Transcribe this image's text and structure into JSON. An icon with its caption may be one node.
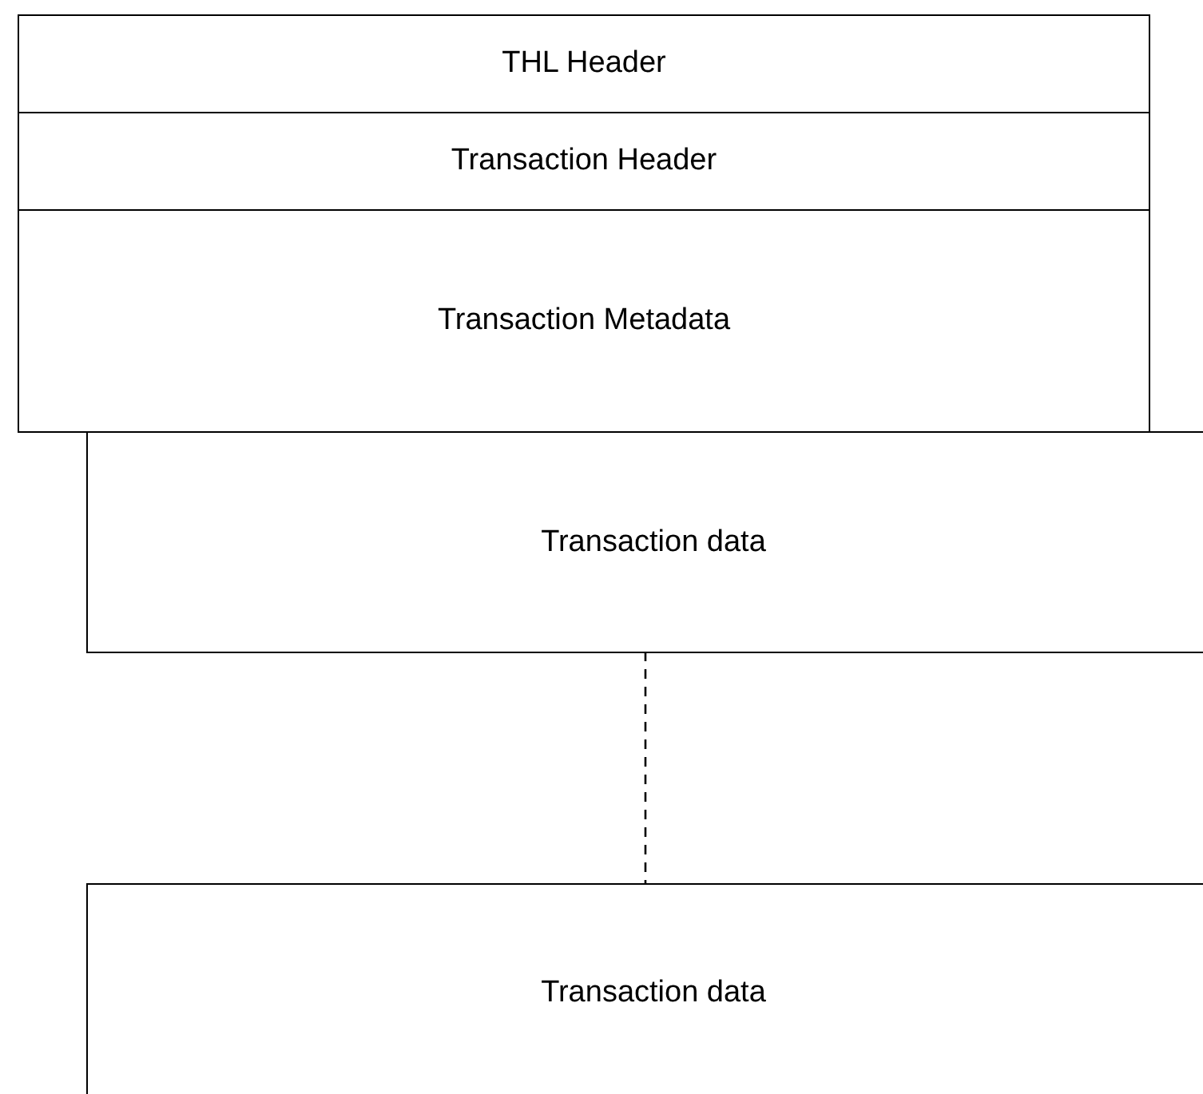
{
  "diagram": {
    "nodes": [
      {
        "text": [
          "THL Header"
        ]
      },
      {
        "text": [
          "Transaction Header"
        ]
      },
      {
        "text": [
          "Transaction Metadata"
        ]
      },
      {
        "text": [
          "Transaction data"
        ]
      },
      {
        "text": [
          "Transaction data"
        ]
      }
    ],
    "edges": [
      {
        "from": 3,
        "to": 4,
        "arrow": "none",
        "style": "dashed"
      }
    ]
  }
}
